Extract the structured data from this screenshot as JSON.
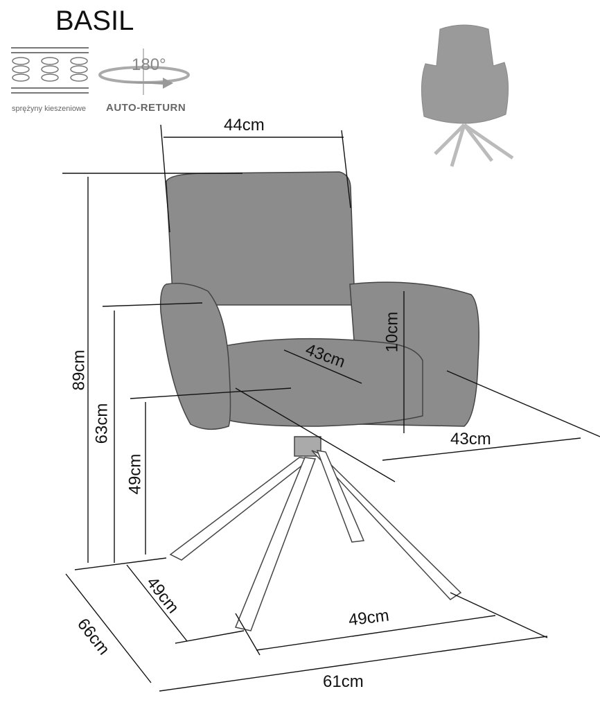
{
  "title": "BASIL",
  "features": {
    "springs_label": "sprężyny kieszeniowe",
    "rotation_degrees": "180°",
    "auto_return_label": "AUTO-RETURN"
  },
  "dimensions": {
    "seat_width": "44cm",
    "total_height": "89cm",
    "armrest_height": "63cm",
    "seat_height": "49cm",
    "armrest_above_seat": "10cm",
    "seat_depth": "43cm",
    "arm_depth": "43cm",
    "leg_depth": "49cm",
    "total_depth": "66cm",
    "leg_width": "49cm",
    "total_width": "61cm"
  },
  "colors": {
    "line": "#111111",
    "chair": "#8a8a8a",
    "thumb": "#9a9a9a"
  }
}
